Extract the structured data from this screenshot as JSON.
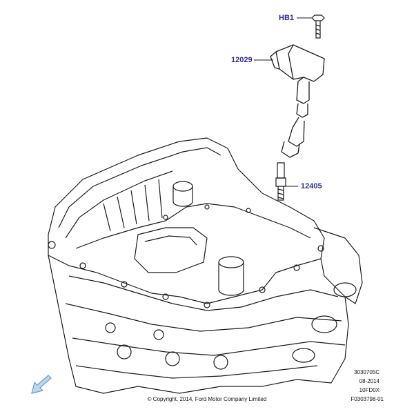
{
  "callouts": {
    "hb1": "HB1",
    "coil": "12029",
    "plug": "12405"
  },
  "reference": {
    "line1": "3030705C",
    "line2": "08-2014",
    "line3": "10FD0X",
    "figure_id": "F0303798-01"
  },
  "copyright": "© Copyright, 2014, Ford Motor Company Limited",
  "colors": {
    "callout": "#2a2f9a",
    "line_art": "#1a1a1a",
    "nav_arrow": "#6a9bd1"
  },
  "icons": {
    "nav_arrow": "arrow-down-left-icon"
  }
}
